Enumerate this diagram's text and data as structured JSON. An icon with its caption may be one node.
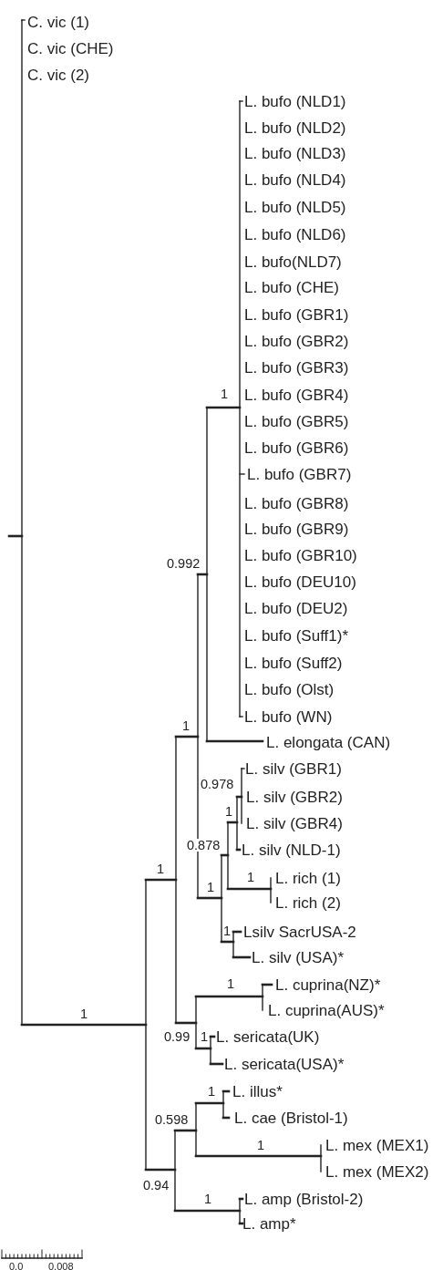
{
  "diagram": {
    "labels": [
      "C. vic (1)",
      "C. vic (CHE)",
      "C. vic (2)",
      "L. bufo (NLD1)",
      "L. bufo (NLD2)",
      "L. bufo (NLD3)",
      "L. bufo (NLD4)",
      "L. bufo (NLD5)",
      "L. bufo (NLD6)",
      "L. bufo(NLD7)",
      "L. bufo (CHE)",
      "L. bufo (GBR1)",
      "L. bufo (GBR2)",
      "L. bufo (GBR3)",
      "1",
      "L. bufo (GBR4)",
      "L. bufo (GBR5)",
      "L. bufo (GBR6)",
      "L. bufo (GBR7)",
      "L. bufo (GBR8)",
      "L. bufo (GBR9)",
      "L. bufo (GBR10)",
      "0.992",
      "L. bufo (DEU10)",
      "L. bufo (DEU2)",
      "L. bufo (Suff1)*",
      "L. bufo (Suff2)",
      "L. bufo (Olst)",
      "L. bufo (WN)",
      "1",
      "L. elongata (CAN)",
      "L. silv (GBR1)",
      "0.978",
      "L. silv (GBR2)",
      "1",
      "L. silv (GBR4)",
      "0.878",
      "L. silv (NLD-1)",
      "1",
      "1",
      "L. rich (1)",
      "1",
      "L. rich (2)",
      "1",
      "Lsilv SacrUSA-2",
      "L. silv (USA)*",
      "1",
      "L. cuprina(NZ)*",
      "L. cuprina(AUS)*",
      "1",
      "0.99",
      "1",
      "L. sericata(UK)",
      "L. sericata(USA)*",
      "1",
      "L. illus*",
      "0.598",
      "L. cae (Bristol-1)",
      "1",
      "L. mex (MEX1)",
      "L. mex (MEX2)",
      "0.94",
      "1",
      "L. amp (Bristol-2)",
      "L. amp*",
      "0.0",
      "0.008"
    ]
  }
}
